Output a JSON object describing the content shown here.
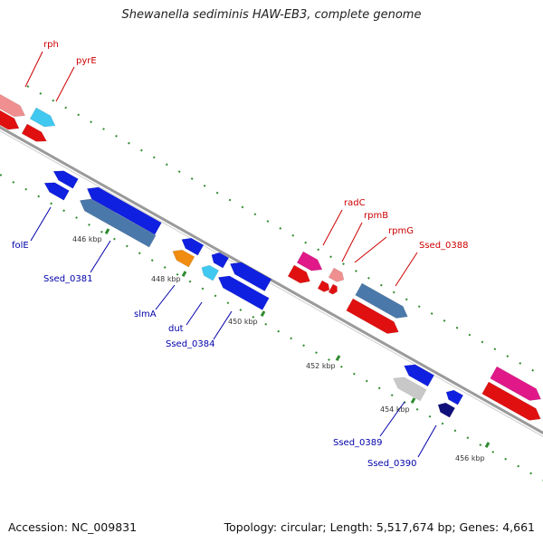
{
  "title": "Shewanella sediminis HAW-EB3, complete genome",
  "footer": {
    "accession": "Accession: NC_009831",
    "summary": "Topology: circular; Length: 5,517,674 bp; Genes: 4,661"
  },
  "colors": {
    "backbone": "#9a9a9a",
    "tick": "#2e8b2e",
    "label_forward": "#cc0000",
    "label_reverse": "#0000aa"
  },
  "tick_labels": [
    {
      "id": "446",
      "text": "446 kbp"
    },
    {
      "id": "448",
      "text": "448 kbp"
    },
    {
      "id": "450",
      "text": "450 kbp"
    },
    {
      "id": "452",
      "text": "452 kbp"
    },
    {
      "id": "454",
      "text": "454 kbp"
    },
    {
      "id": "456",
      "text": "456 kbp"
    }
  ],
  "gene_labels": [
    {
      "id": "rph",
      "text": "rph",
      "strand": "forward"
    },
    {
      "id": "pyrE",
      "text": "pyrE",
      "strand": "forward"
    },
    {
      "id": "radC",
      "text": "radC",
      "strand": "forward"
    },
    {
      "id": "rpmB",
      "text": "rpmB",
      "strand": "forward"
    },
    {
      "id": "rpmG",
      "text": "rpmG",
      "strand": "forward"
    },
    {
      "id": "Ssed_0388",
      "text": "Ssed_0388",
      "strand": "forward"
    },
    {
      "id": "folE",
      "text": "folE",
      "strand": "reverse"
    },
    {
      "id": "Ssed_0381",
      "text": "Ssed_0381",
      "strand": "reverse"
    },
    {
      "id": "slmA",
      "text": "slmA",
      "strand": "reverse"
    },
    {
      "id": "dut",
      "text": "dut",
      "strand": "reverse"
    },
    {
      "id": "Ssed_0384",
      "text": "Ssed_0384",
      "strand": "reverse"
    },
    {
      "id": "Ssed_0389",
      "text": "Ssed_0389",
      "strand": "reverse"
    },
    {
      "id": "Ssed_0390",
      "text": "Ssed_0390",
      "strand": "reverse"
    }
  ]
}
